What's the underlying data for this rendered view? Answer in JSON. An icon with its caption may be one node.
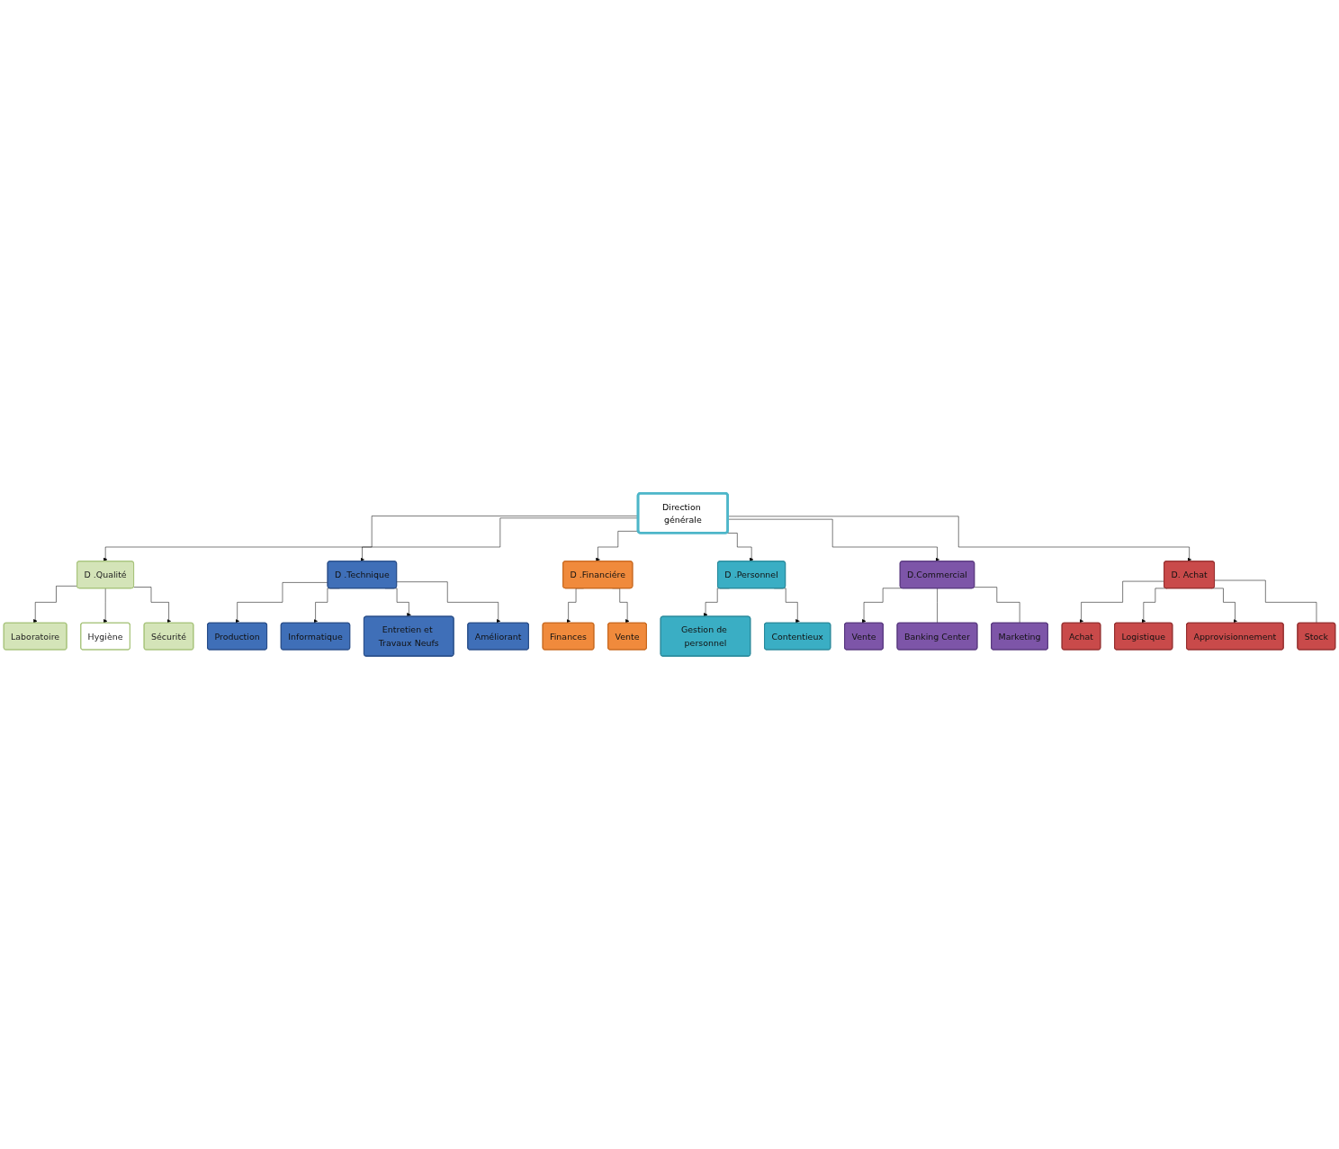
{
  "diagram": {
    "nodes": [
      {
        "text": [
          "Direction générale"
        ]
      },
      {
        "text": [
          "D .Qualité"
        ]
      },
      {
        "text": [
          "D .Technique"
        ]
      },
      {
        "text": [
          "D .Financiére"
        ]
      },
      {
        "text": [
          "D .Personnel"
        ]
      },
      {
        "text": [
          "D.Commercial"
        ]
      },
      {
        "text": [
          "D. Achat"
        ]
      },
      {
        "text": [
          "Laboratoire"
        ]
      },
      {
        "text": [
          "Hygiène"
        ]
      },
      {
        "text": [
          "Sécurité"
        ]
      },
      {
        "text": [
          "Finances"
        ]
      },
      {
        "text": [
          "Vente"
        ]
      },
      {
        "text": [
          "Gestion de personnel"
        ]
      },
      {
        "text": [
          "Contentieux"
        ]
      },
      {
        "text": [
          "Production"
        ]
      },
      {
        "text": [
          "Informatique"
        ]
      },
      {
        "text": [
          "Entretien et Travaux Neufs"
        ]
      },
      {
        "text": [
          "Améliorant"
        ]
      },
      {
        "text": [
          "Vente"
        ]
      },
      {
        "text": [
          "Banking Center"
        ]
      },
      {
        "text": [
          "Marketing"
        ]
      },
      {
        "text": [
          "Achat"
        ]
      },
      {
        "text": [
          "Logistique"
        ]
      },
      {
        "text": [
          "Approvisionnement"
        ]
      },
      {
        "text": [
          "Stock"
        ]
      }
    ],
    "edges": [
      {
        "from": 0,
        "to": 1,
        "arrow": "to"
      },
      {
        "from": 0,
        "to": 2,
        "arrow": "to"
      },
      {
        "from": 0,
        "to": 3,
        "arrow": "to"
      },
      {
        "from": 0,
        "to": 4,
        "arrow": "to"
      },
      {
        "from": 0,
        "to": 5,
        "arrow": "to"
      },
      {
        "from": 0,
        "to": 6,
        "arrow": "to"
      },
      {
        "from": 1,
        "to": 7,
        "arrow": "to"
      },
      {
        "from": 1,
        "to": 8,
        "arrow": "to"
      },
      {
        "from": 1,
        "to": 9,
        "arrow": "to"
      },
      {
        "from": 3,
        "to": 10,
        "arrow": "to"
      },
      {
        "from": 3,
        "to": 11,
        "arrow": "to"
      },
      {
        "from": 4,
        "to": 12,
        "arrow": "to"
      },
      {
        "from": 4,
        "to": 13,
        "arrow": "to"
      },
      {
        "from": 2,
        "to": 14,
        "arrow": "to"
      },
      {
        "from": 2,
        "to": 15,
        "arrow": "to"
      },
      {
        "from": 2,
        "to": 16,
        "arrow": "to"
      },
      {
        "from": 2,
        "to": 17,
        "arrow": "to"
      },
      {
        "from": 5,
        "to": 18,
        "arrow": "to"
      },
      {
        "from": 5,
        "to": 19,
        "arrow": "none"
      },
      {
        "from": 5,
        "to": 20,
        "arrow": "none"
      },
      {
        "from": 6,
        "to": 21,
        "arrow": "to"
      },
      {
        "from": 6,
        "to": 22,
        "arrow": "to"
      },
      {
        "from": 6,
        "to": 23,
        "arrow": "to"
      },
      {
        "from": 6,
        "to": 24,
        "arrow": "none"
      }
    ]
  }
}
